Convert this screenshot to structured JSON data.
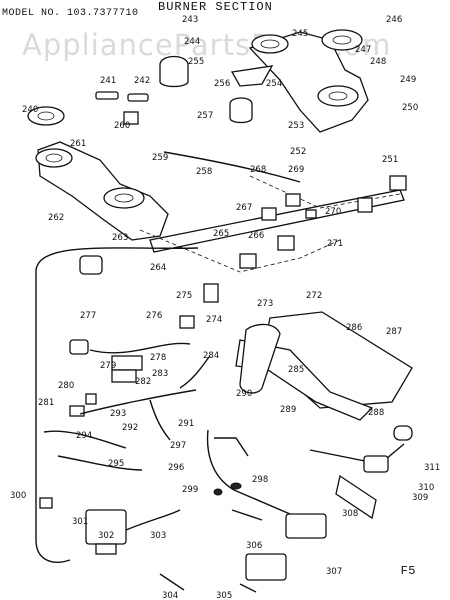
{
  "header": {
    "model": "MODEL NO. 103.7377710",
    "section_title": "BURNER SECTION",
    "figure_id": "F5",
    "watermark": "AppliancePartsPros.com"
  },
  "colors": {
    "ink": "#111111",
    "paper": "#ffffff",
    "watermark": "#969696"
  },
  "callouts": [
    "240",
    "241",
    "242",
    "243",
    "244",
    "245",
    "246",
    "247",
    "248",
    "249",
    "250",
    "251",
    "252",
    "253",
    "254",
    "255",
    "256",
    "257",
    "258",
    "259",
    "260",
    "261",
    "262",
    "263",
    "264",
    "265",
    "266",
    "267",
    "268",
    "269",
    "270",
    "271",
    "272",
    "273",
    "274",
    "275",
    "276",
    "277",
    "278",
    "279",
    "280",
    "281",
    "282",
    "283",
    "284",
    "285",
    "286",
    "287",
    "288",
    "289",
    "290",
    "291",
    "292",
    "293",
    "294",
    "295",
    "296",
    "297",
    "298",
    "299",
    "300",
    "301",
    "302",
    "303",
    "304",
    "305",
    "306",
    "307",
    "308",
    "309",
    "310",
    "311"
  ]
}
